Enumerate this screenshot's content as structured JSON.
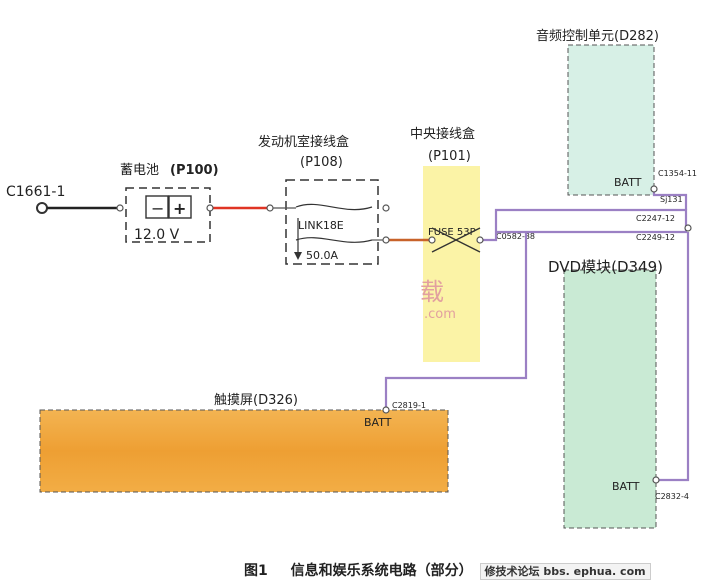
{
  "diagram": {
    "audio_unit": {
      "title": "音频控制单元(D282)",
      "pin": "BATT",
      "connector": "C1354-11"
    },
    "dvd_module": {
      "title": "DVD模块(D349)",
      "pin": "BATT",
      "connector": "C2832-4"
    },
    "touchscreen": {
      "title": "触摸屏(D326)",
      "pin": "BATT",
      "connector": "C2819-1"
    },
    "engine_box": {
      "title": "发动机室接线盒",
      "id": "(P108)",
      "link_label": "LINK18E",
      "link_rating": "50.0A"
    },
    "central_box": {
      "title": "中央接线盒",
      "id": "(P101)",
      "fuse_label": "FUSE 53P",
      "connector": "C0582-38"
    },
    "battery": {
      "title": "蓄电池",
      "id": "(P100)",
      "voltage": "12.0 V",
      "minus": "−",
      "plus": "+"
    },
    "ground_connector": "C1661-1",
    "splice": "Sj131",
    "connectors_right": [
      "C2247-12",
      "C2249-12"
    ],
    "watermark": {
      "char": "载",
      "domain": ".com"
    }
  },
  "caption": {
    "figure": "图1",
    "text": "信息和娱乐系统电路（部分）",
    "site": "修技术论坛 bbs. ephua. com"
  },
  "colors": {
    "wire_purple": "#9b80c4",
    "wire_red": "#e03424",
    "wire_orange": "#c8622a",
    "wire_black": "#222222",
    "audio_fill": "#d7f0e6",
    "dvd_fill": "#c9ead4",
    "touch_fill": "#f0a83c",
    "fuse_fill": "#fbf3a6"
  }
}
